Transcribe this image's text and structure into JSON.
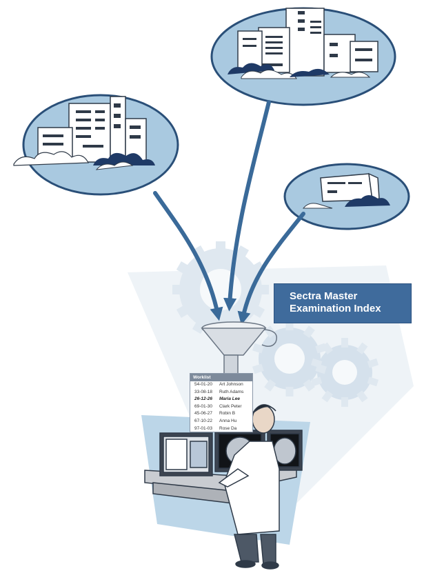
{
  "label": {
    "line1": "Sectra Master",
    "line2": "Examination Index"
  },
  "worklist": {
    "title": "Worklist",
    "rows": [
      {
        "id": "54-01-20",
        "name": "Art Johnson",
        "highlight": false
      },
      {
        "id": "33-08-18",
        "name": "Ruth Adams",
        "highlight": false
      },
      {
        "id": "26-12-26",
        "name": "Maria Lee",
        "highlight": true
      },
      {
        "id": "69-01-30",
        "name": "Clark Peter",
        "highlight": false
      },
      {
        "id": "45-06-27",
        "name": "Robin B",
        "highlight": false
      },
      {
        "id": "67-10-22",
        "name": "Anna Hu",
        "highlight": false
      },
      {
        "id": "97-01-03",
        "name": "Rose Da",
        "highlight": false
      }
    ]
  },
  "colors": {
    "ellipse_fill": "#a9c9e0",
    "ellipse_stroke": "#2a4f78",
    "arrow": "#3a6a99",
    "gear": "#dbe5ee",
    "label_bg": "#3f6b9c",
    "building_outline": "#2f3a48",
    "cloud_dark": "#1f3a66"
  }
}
